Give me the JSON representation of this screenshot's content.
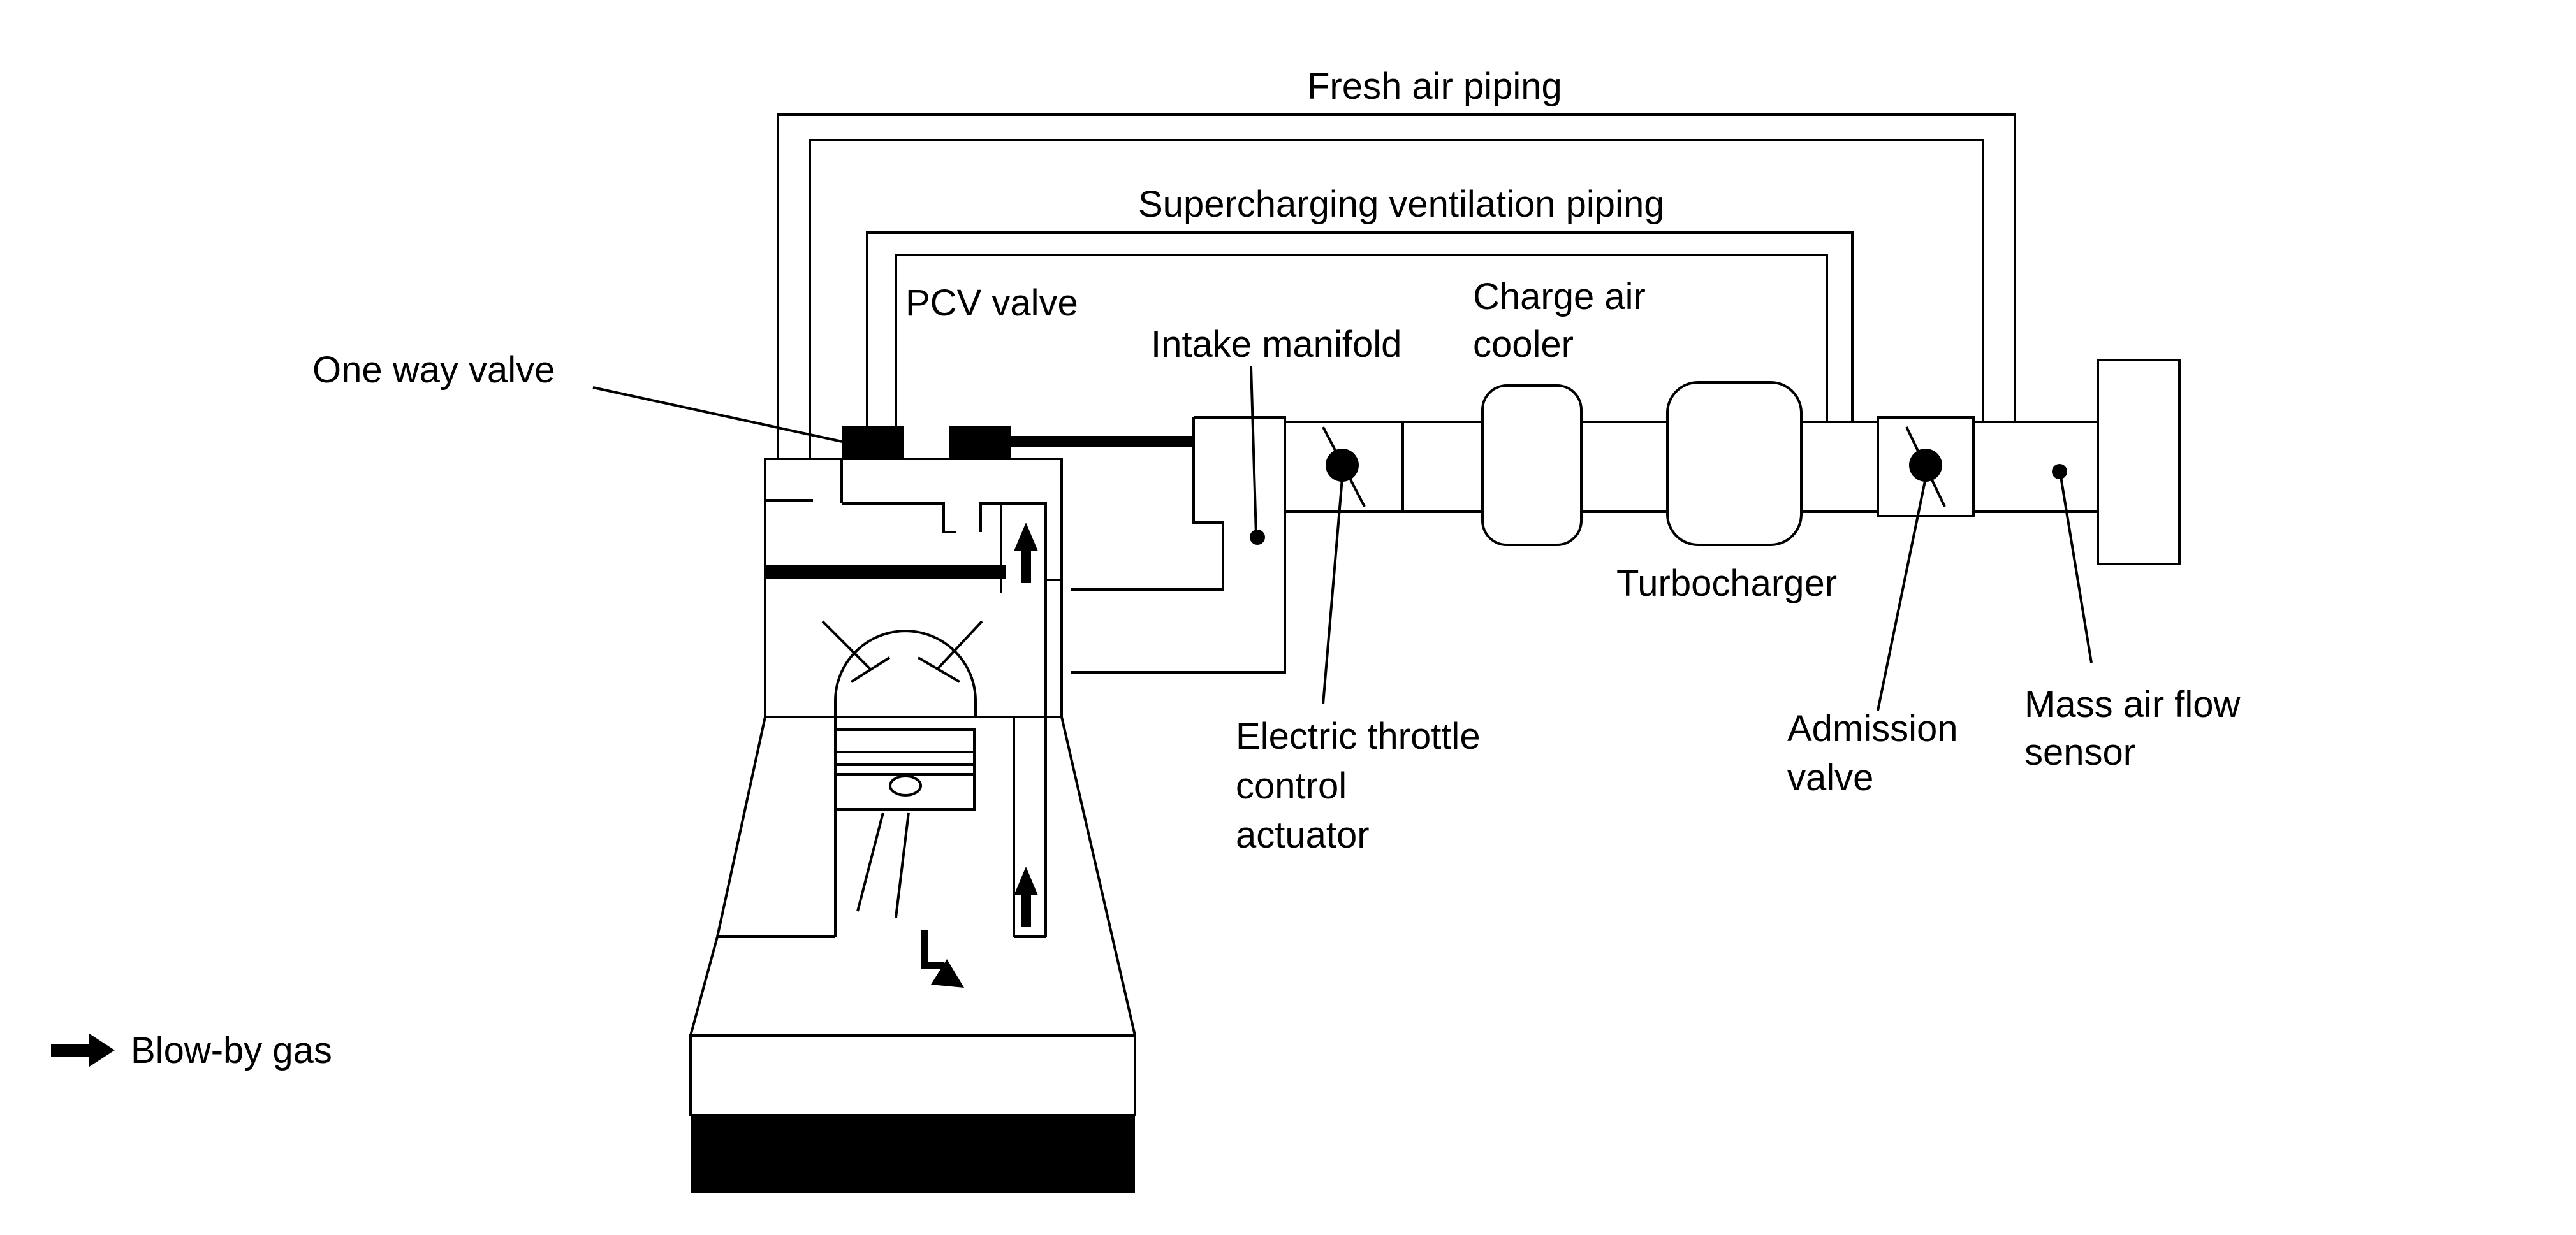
{
  "labels": {
    "fresh_air_piping": "Fresh air piping",
    "supercharging_ventilation_piping": "Supercharging ventilation piping",
    "pcv_valve": "PCV valve",
    "one_way_valve": "One way valve",
    "intake_manifold": "Intake manifold",
    "charge_air_cooler": [
      "Charge air",
      "cooler"
    ],
    "turbocharger": "Turbocharger",
    "electric_throttle_control_actuator": [
      "Electric throttle",
      "control",
      "actuator"
    ],
    "admission_valve": [
      "Admission",
      "valve"
    ],
    "mass_air_flow_sensor": [
      "Mass air flow",
      "sensor"
    ]
  },
  "legend": {
    "blow_by_gas": "Blow-by gas"
  },
  "colors": {
    "line": "#000000",
    "background": "#ffffff"
  }
}
